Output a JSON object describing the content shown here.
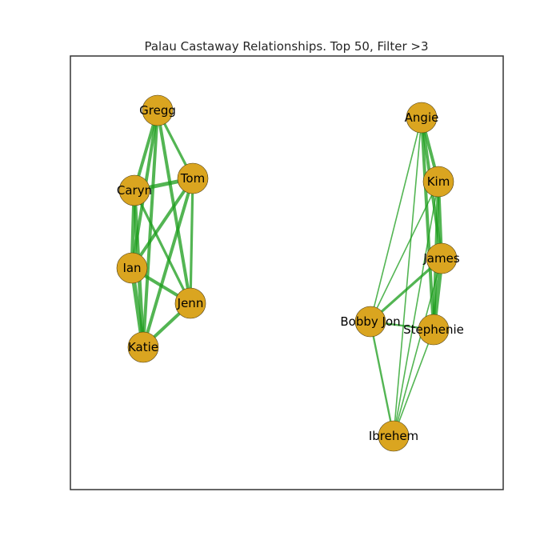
{
  "title": "Palau Castaway Relationships. Top 50, Filter >3",
  "colors": {
    "node_fill": "#DAA520",
    "edge": "#1a9c1a",
    "frame": "#333333",
    "text": "#000000"
  },
  "nodes": [
    {
      "id": "Gregg",
      "label": "Gregg"
    },
    {
      "id": "Tom",
      "label": "Tom"
    },
    {
      "id": "Caryn",
      "label": "Caryn"
    },
    {
      "id": "Ian",
      "label": "Ian"
    },
    {
      "id": "Jenn",
      "label": "Jenn"
    },
    {
      "id": "Katie",
      "label": "Katie"
    },
    {
      "id": "Angie",
      "label": "Angie"
    },
    {
      "id": "Kim",
      "label": "Kim"
    },
    {
      "id": "James",
      "label": "James"
    },
    {
      "id": "BobbyJon",
      "label": "Bobby Jon"
    },
    {
      "id": "Stephenie",
      "label": "Stephenie"
    },
    {
      "id": "Ibrehem",
      "label": "Ibrehem"
    }
  ],
  "edges": [
    {
      "source": "Gregg",
      "target": "Caryn",
      "weight": 5
    },
    {
      "source": "Gregg",
      "target": "Tom",
      "weight": 4
    },
    {
      "source": "Gregg",
      "target": "Ian",
      "weight": 5
    },
    {
      "source": "Gregg",
      "target": "Jenn",
      "weight": 5
    },
    {
      "source": "Gregg",
      "target": "Katie",
      "weight": 5
    },
    {
      "source": "Caryn",
      "target": "Tom",
      "weight": 6
    },
    {
      "source": "Caryn",
      "target": "Ian",
      "weight": 6
    },
    {
      "source": "Caryn",
      "target": "Jenn",
      "weight": 4
    },
    {
      "source": "Caryn",
      "target": "Katie",
      "weight": 6
    },
    {
      "source": "Tom",
      "target": "Ian",
      "weight": 5
    },
    {
      "source": "Tom",
      "target": "Jenn",
      "weight": 4
    },
    {
      "source": "Tom",
      "target": "Katie",
      "weight": 5
    },
    {
      "source": "Ian",
      "target": "Jenn",
      "weight": 5
    },
    {
      "source": "Ian",
      "target": "Katie",
      "weight": 7
    },
    {
      "source": "Jenn",
      "target": "Katie",
      "weight": 5
    },
    {
      "source": "Angie",
      "target": "Kim",
      "weight": 5
    },
    {
      "source": "Angie",
      "target": "James",
      "weight": 5
    },
    {
      "source": "Angie",
      "target": "Stephenie",
      "weight": 5
    },
    {
      "source": "Angie",
      "target": "BobbyJon",
      "weight": 2
    },
    {
      "source": "Angie",
      "target": "Ibrehem",
      "weight": 2
    },
    {
      "source": "Kim",
      "target": "James",
      "weight": 5
    },
    {
      "source": "Kim",
      "target": "Stephenie",
      "weight": 5
    },
    {
      "source": "Kim",
      "target": "BobbyJon",
      "weight": 2
    },
    {
      "source": "Kim",
      "target": "Ibrehem",
      "weight": 2
    },
    {
      "source": "James",
      "target": "Stephenie",
      "weight": 7
    },
    {
      "source": "James",
      "target": "BobbyJon",
      "weight": 4
    },
    {
      "source": "James",
      "target": "Ibrehem",
      "weight": 2
    },
    {
      "source": "Stephenie",
      "target": "BobbyJon",
      "weight": 3
    },
    {
      "source": "Stephenie",
      "target": "Ibrehem",
      "weight": 2
    },
    {
      "source": "BobbyJon",
      "target": "Ibrehem",
      "weight": 3
    }
  ]
}
